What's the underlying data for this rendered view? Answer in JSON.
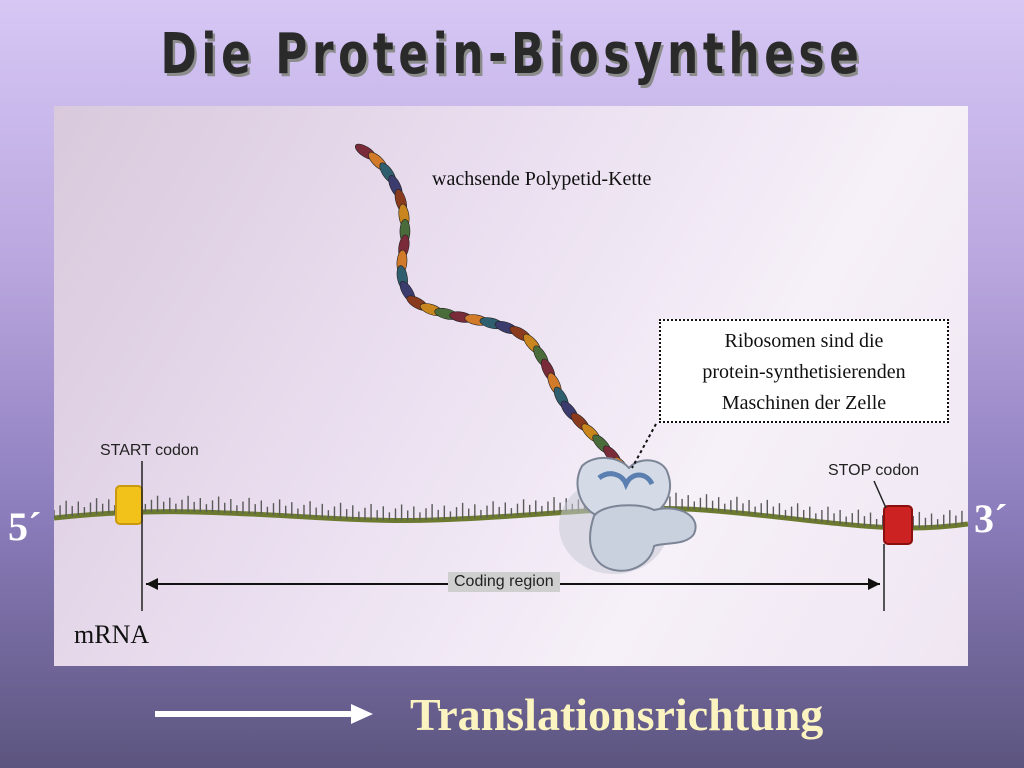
{
  "title": "Die Protein-Biosynthese",
  "labels": {
    "chain": "wachsende Polypetid-Kette",
    "callout_line1": "Ribosomen sind die",
    "callout_line2": "protein-synthetisierenden",
    "callout_line3": "Maschinen der Zelle",
    "start_codon": "START codon",
    "stop_codon": "STOP codon",
    "coding_region": "Coding region",
    "mrna": "mRNA",
    "five_prime": "5´",
    "three_prime": "3´"
  },
  "direction": "Translationsrichtung",
  "colors": {
    "background_top": "#d6c7f5",
    "background_bottom": "#5c557f",
    "mrna_strand": "#6b7a2e",
    "start_codon": "#f2c21b",
    "stop_codon": "#cc2222",
    "ribosome": "#b8c4d6",
    "direction_text": "#fbf4c0"
  }
}
